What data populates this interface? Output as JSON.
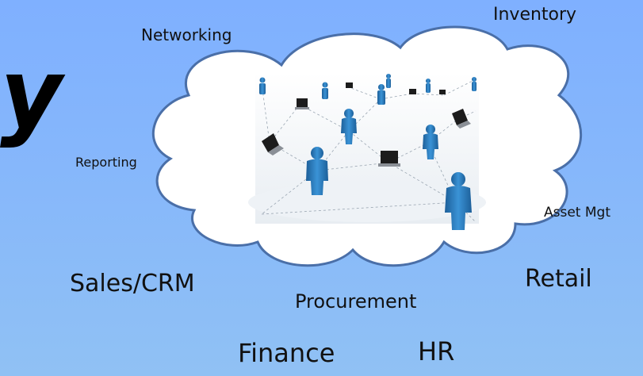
{
  "labels": {
    "networking": "Networking",
    "inventory": "Inventory",
    "reporting": "Reporting",
    "asset_mgt": "Asset Mgt",
    "sales_crm": "Sales/CRM",
    "retail": "Retail",
    "procurement": "Procurement",
    "finance": "Finance",
    "hr": "HR"
  },
  "colors": {
    "background": "#86b7fb",
    "cloud_fill": "#ffffff",
    "cloud_stroke": "#4a6fa8",
    "person": "#2d7fc0",
    "laptop": "#222222"
  }
}
